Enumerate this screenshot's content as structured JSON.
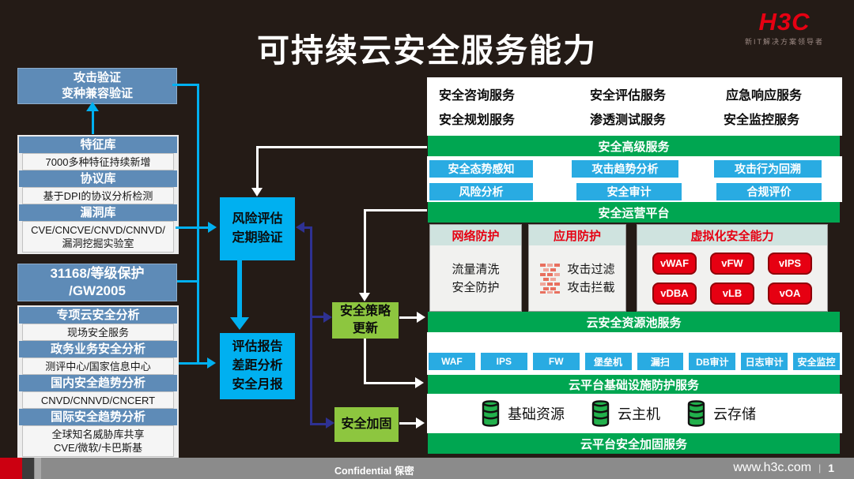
{
  "title": "可持续云安全服务能力",
  "logo": {
    "text": "H3C",
    "tagline": "新IT解决方案领导者"
  },
  "left": {
    "attack_validation": "攻击验证\n变种兼容验证",
    "libraries": [
      {
        "title": "特征库",
        "detail": "7000多种特征持续新增"
      },
      {
        "title": "协议库",
        "detail": "基于DPI的协议分析检测"
      },
      {
        "title": "漏洞库",
        "detail": "CVE/CNCVE/CNVD/CNNVD/\n漏洞挖掘实验室"
      }
    ],
    "compliance": "31168/等级保护\n/GW2005",
    "analyses": [
      {
        "title": "专项云安全分析",
        "detail": "现场安全服务"
      },
      {
        "title": "政务业务安全分析",
        "detail": "测评中心/国家信息中心"
      },
      {
        "title": "国内安全趋势分析",
        "detail": "CNVD/CNNVD/CNCERT"
      },
      {
        "title": "国际安全趋势分析",
        "detail": "全球知名威胁库共享\nCVE/微软/卡巴斯基"
      }
    ]
  },
  "process": {
    "risk_assessment": "风险评估\n定期验证",
    "assessment_report": "评估报告\n差距分析\n安全月报",
    "policy_update": "安全策略\n更新",
    "hardening": "安全加固"
  },
  "platform": {
    "services": [
      "安全咨询服务",
      "安全评估服务",
      "应急响应服务",
      "安全规划服务",
      "渗透测试服务",
      "安全监控服务"
    ],
    "advanced_service_bar": "安全高级服务",
    "ops_items": [
      "安全态势感知",
      "攻击趋势分析",
      "攻击行为回溯",
      "风险分析",
      "安全审计",
      "合规评价"
    ],
    "ops_platform_bar": "安全运营平台",
    "network_protection": {
      "title": "网络防护",
      "detail": "流量清洗\n安全防护"
    },
    "app_protection": {
      "title": "应用防护",
      "detail": "攻击过滤\n攻击拦截"
    },
    "virtual_security": {
      "title": "虚拟化安全能力",
      "items": [
        "vWAF",
        "vFW",
        "vIPS",
        "vDBA",
        "vLB",
        "vOA"
      ]
    },
    "resource_pool_bar": "云安全资源池服务",
    "infra_tools": [
      "WAF",
      "IPS",
      "FW",
      "堡垒机",
      "漏扫",
      "DB审计",
      "日志审计",
      "安全监控"
    ],
    "infra_protection_bar": "云平台基础设施防护服务",
    "resources": [
      "基础资源",
      "云主机",
      "云存储"
    ],
    "platform_hardening_bar": "云平台安全加固服务"
  },
  "footer": {
    "confidential": "Confidential 保密",
    "website": "www.h3c.com",
    "divider": "|",
    "page_number": "1"
  },
  "icons": {
    "app_protection_icon": "brick-wall-icon",
    "resource_icon": "database-icon"
  },
  "colors": {
    "h3c_red": "#e60012",
    "green_bar": "#00a651",
    "cyan": "#00b0f0",
    "navy": "#2e3192",
    "steel_blue": "#5e8bb7",
    "lime_green": "#8dc63f",
    "chip_blue": "#29abe2",
    "background": "#241b16",
    "footer_gray": "#8b8b8b"
  }
}
